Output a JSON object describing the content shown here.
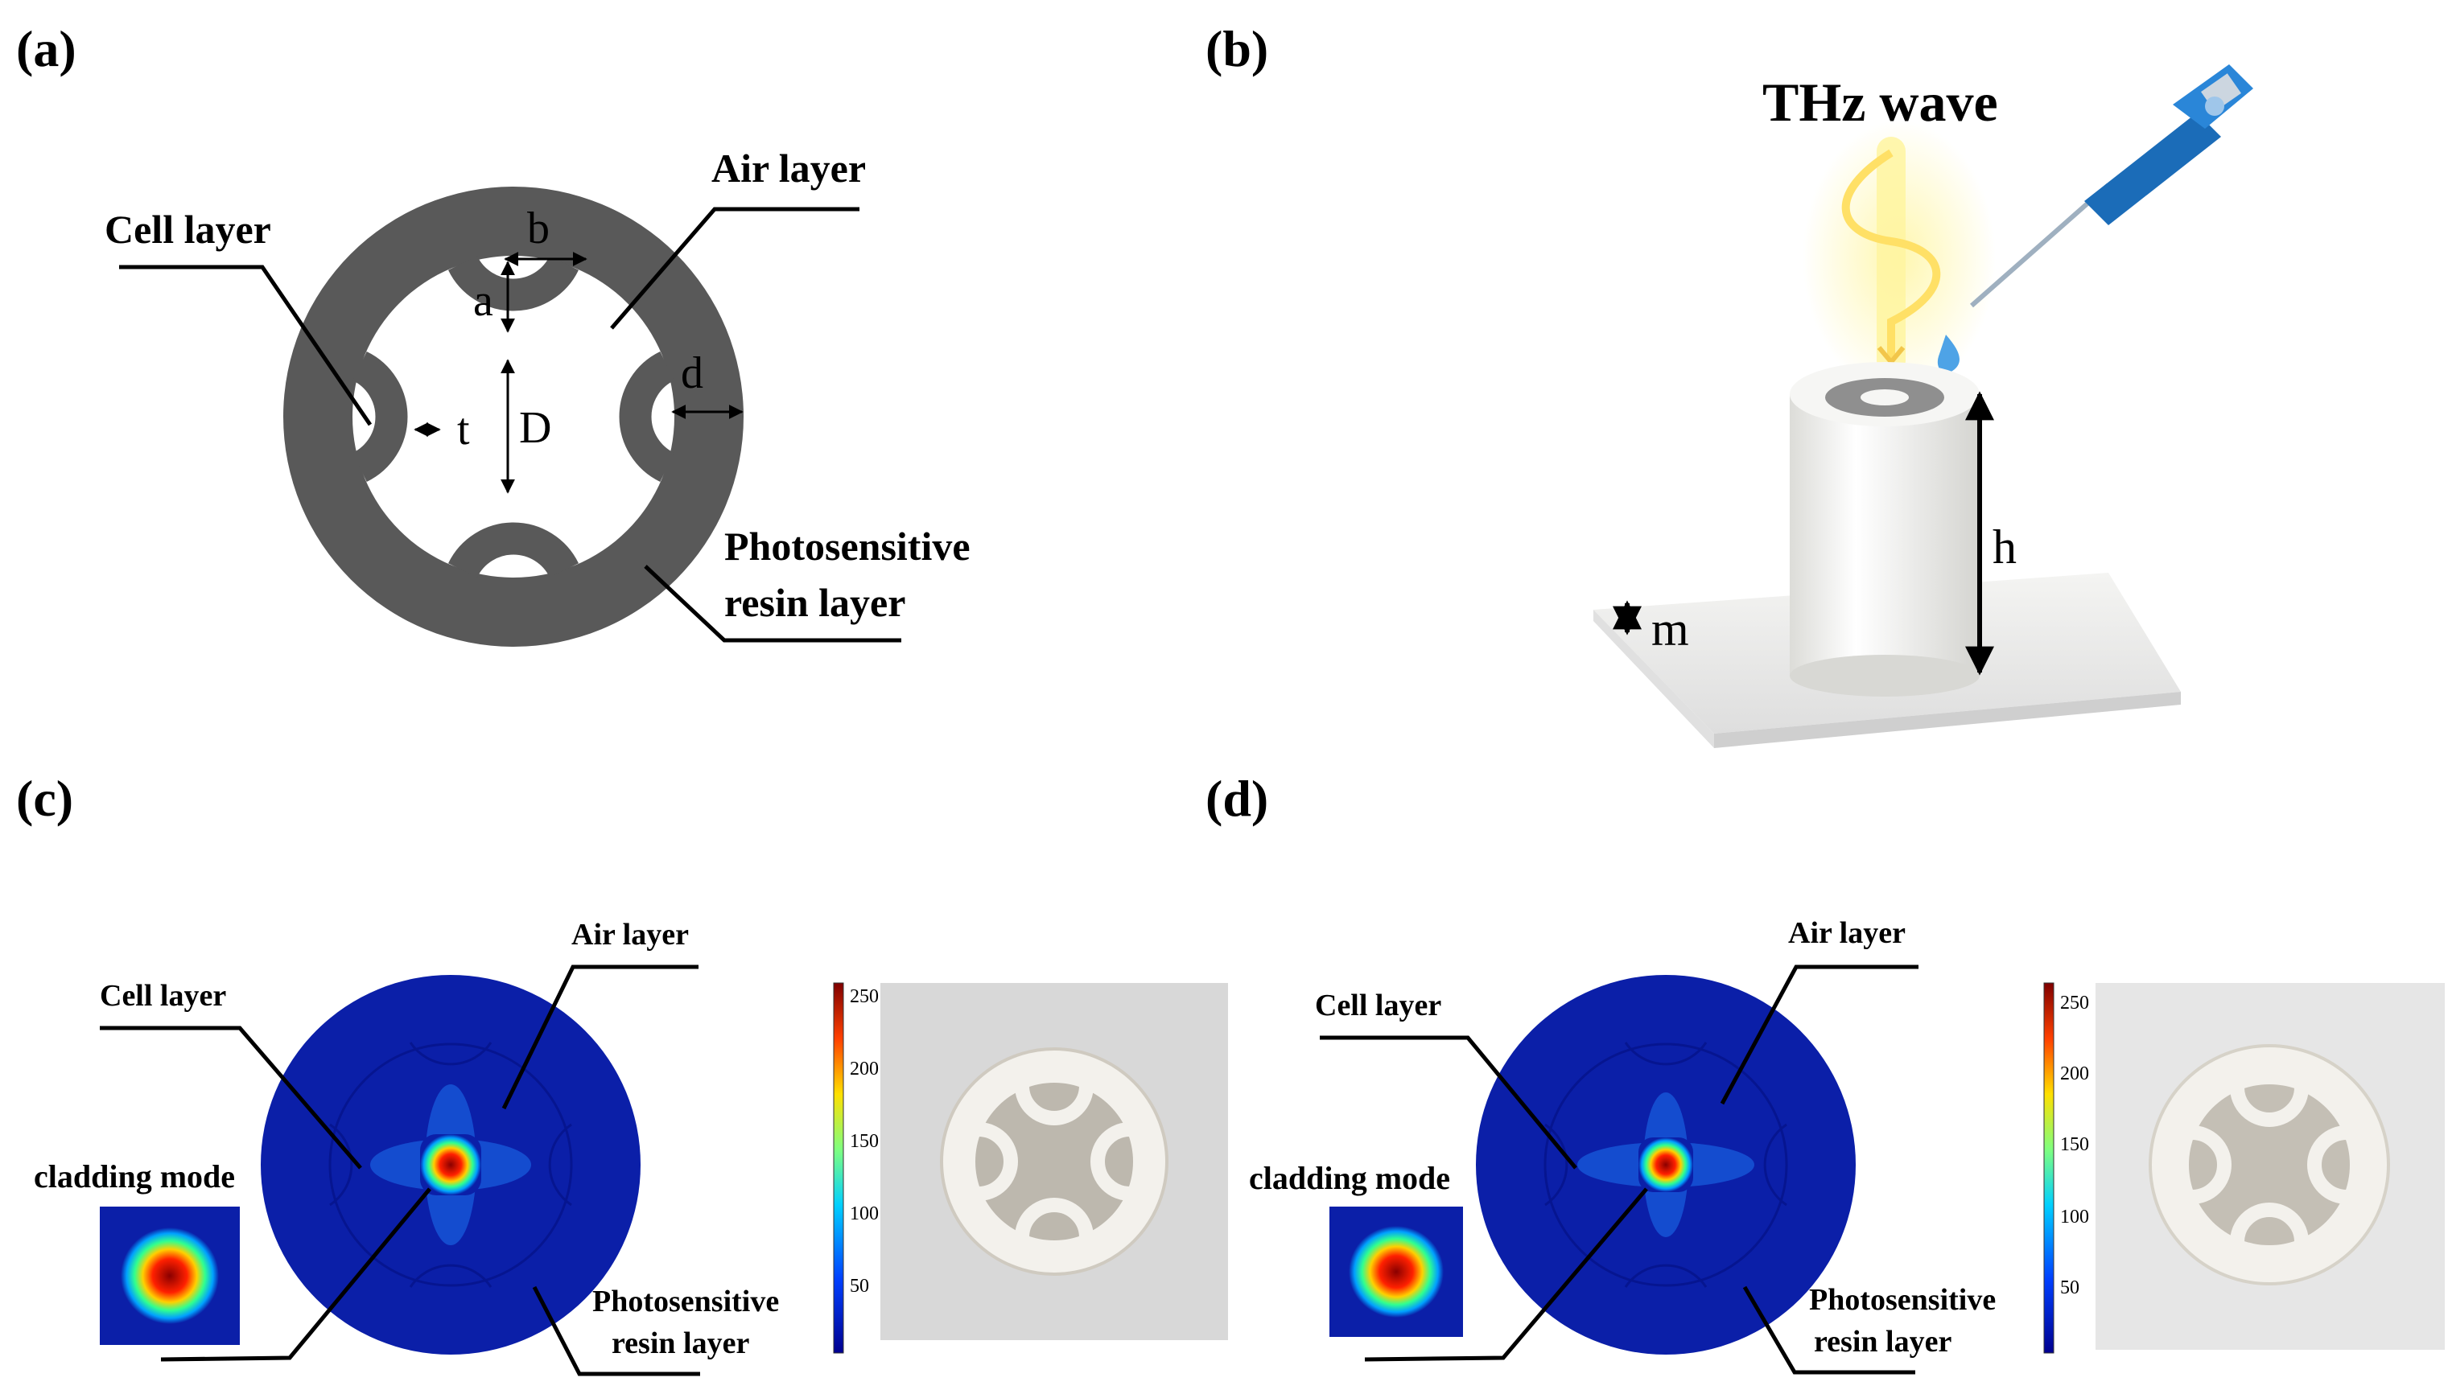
{
  "panel_labels": {
    "a": "(a)",
    "b": "(b)",
    "c": "(c)",
    "d": "(d)"
  },
  "panel_a": {
    "cell_layer": "Cell layer",
    "air_layer": "Air layer",
    "resin_line1": "Photosensitive",
    "resin_line2": "resin layer",
    "dim_a": "a",
    "dim_b": "b",
    "dim_d": "d",
    "dim_t": "t",
    "dim_D": "D"
  },
  "panel_b": {
    "thz": "THz  wave",
    "dim_h": "h",
    "dim_m": "m"
  },
  "panel_c": {
    "cell_layer": "Cell layer",
    "air_layer": "Air layer",
    "cladding_mode": "cladding mode",
    "resin_line1": "Photosensitive",
    "resin_line2": "resin layer",
    "colorbar_ticks": [
      "250",
      "200",
      "150",
      "100",
      "50"
    ]
  },
  "panel_d": {
    "cell_layer": "Cell layer",
    "air_layer": "Air layer",
    "cladding_mode": "cladding mode",
    "resin_line1": "Photosensitive",
    "resin_line2": "resin layer",
    "colorbar_ticks": [
      "250",
      "200",
      "150",
      "100",
      "50"
    ]
  },
  "colors": {
    "resin": "#595959",
    "field_bg": "#0b1fa8",
    "photo_bg": "#d6d6d6",
    "fiber_white": "#f3f1ec"
  }
}
